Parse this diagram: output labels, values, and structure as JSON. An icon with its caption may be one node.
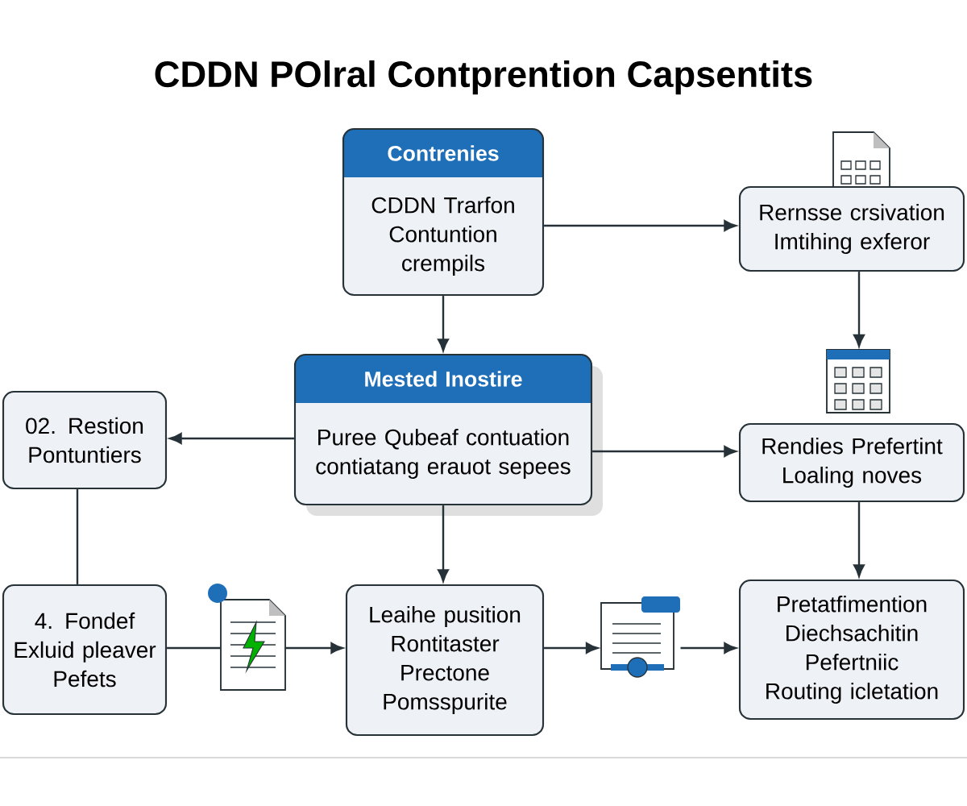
{
  "diagram": {
    "title": "CDDN POlral Contprention Capsentits",
    "nodes": [
      {
        "text": [
          "Contrenies",
          "CDDN Trarfon Contuntion crempils"
        ]
      },
      {
        "text": [
          "Rernsse crsivation Imtihing exferor"
        ]
      },
      {
        "text": [],
        "shape": "window"
      },
      {
        "text": [
          "Mested Inostire",
          "Puree Qubeaf contuation contiatang erauot sepees"
        ]
      },
      {
        "text": [
          "02. Restion Pontuntiers"
        ]
      },
      {
        "text": [
          "Rendies Prefertint Loaling noves"
        ]
      },
      {
        "text": [
          "4. Fondef Exluid pleaver Pefets"
        ]
      },
      {
        "text": [],
        "shape": "document"
      },
      {
        "text": [
          "Leaihe pusition Rontitaster Prectone Pomsspurite"
        ]
      },
      {
        "text": [],
        "shape": "certificate"
      },
      {
        "text": [
          "Pretatfimention Diechsachitin Pefertniic Routing icletation"
        ]
      }
    ],
    "edges": [
      {
        "from": 0,
        "to": 1,
        "arrow": "to"
      },
      {
        "from": 0,
        "to": 3,
        "arrow": "to"
      },
      {
        "from": 1,
        "to": 2,
        "arrow": "to"
      },
      {
        "from": 3,
        "to": 4,
        "arrow": "to"
      },
      {
        "from": 3,
        "to": 5,
        "arrow": "to"
      },
      {
        "from": 3,
        "to": 8,
        "arrow": "to"
      },
      {
        "from": 5,
        "to": 10,
        "arrow": "to"
      },
      {
        "from": 4,
        "to": 6,
        "arrow": "none"
      },
      {
        "from": 6,
        "to": 7,
        "arrow": "none"
      },
      {
        "from": 7,
        "to": 8,
        "arrow": "to"
      },
      {
        "from": 8,
        "to": 9,
        "arrow": "to"
      },
      {
        "from": 9,
        "to": 10,
        "arrow": "to"
      }
    ]
  }
}
